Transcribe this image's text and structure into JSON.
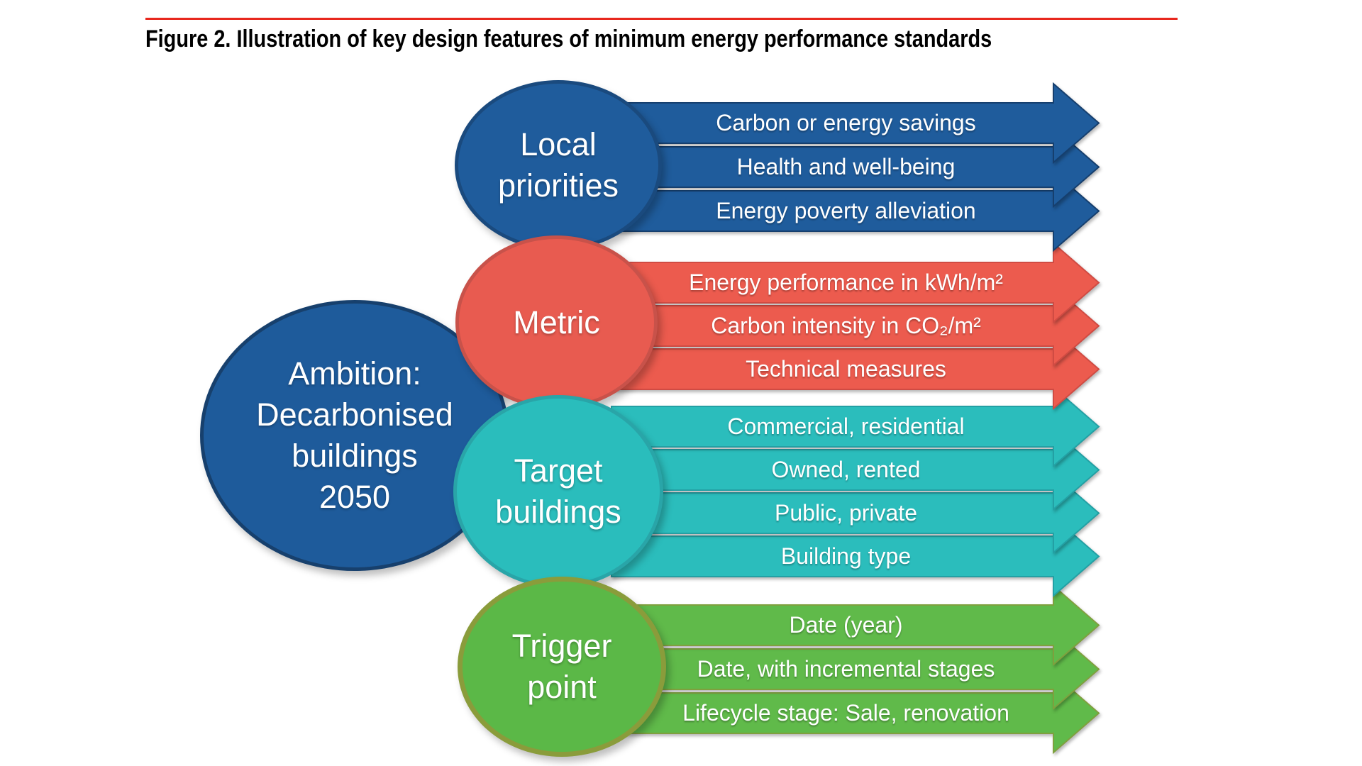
{
  "title": "Figure 2. Illustration of key design features of minimum energy performance standards",
  "accent": {
    "color": "#E8281E"
  },
  "ambition": {
    "label": "Ambition:\nDecarbonised\nbuildings\n2050",
    "fill": "#1E5B9B",
    "stroke": "#17406D"
  },
  "groups": [
    {
      "id": "local-priorities",
      "label": "Local\npriorities",
      "fill": "#1F5C9C",
      "stroke": "#1A4A7E",
      "bar_fill": "#1F5C9C",
      "bar_stroke": "#163F6E",
      "arrows": [
        "Carbon or energy savings",
        "Health and well-being",
        "Energy poverty alleviation"
      ]
    },
    {
      "id": "metric",
      "label": "Metric",
      "fill": "#E85B50",
      "stroke": "#C8524A",
      "bar_fill": "#EC5B4E",
      "bar_stroke": "#D04B43",
      "arrows": [
        "Energy performance in kWh/m²",
        "Carbon intensity in CO₂/m²",
        "Technical measures"
      ]
    },
    {
      "id": "target-buildings",
      "label": "Target\nbuildings",
      "fill": "#2ABDBC",
      "stroke": "#29A5A8",
      "bar_fill": "#2BBDBC",
      "bar_stroke": "#23A0A4",
      "arrows": [
        "Commercial, residential",
        "Owned, rented",
        "Public, private",
        "Building type"
      ]
    },
    {
      "id": "trigger-point",
      "label": "Trigger\npoint",
      "fill": "#5BB847",
      "stroke": "#8A9C3B",
      "bar_fill": "#60BA4A",
      "bar_stroke": "#7FA03E",
      "arrows": [
        "Date (year)",
        "Date, with incremental stages",
        "Lifecycle stage: Sale, renovation"
      ]
    }
  ]
}
